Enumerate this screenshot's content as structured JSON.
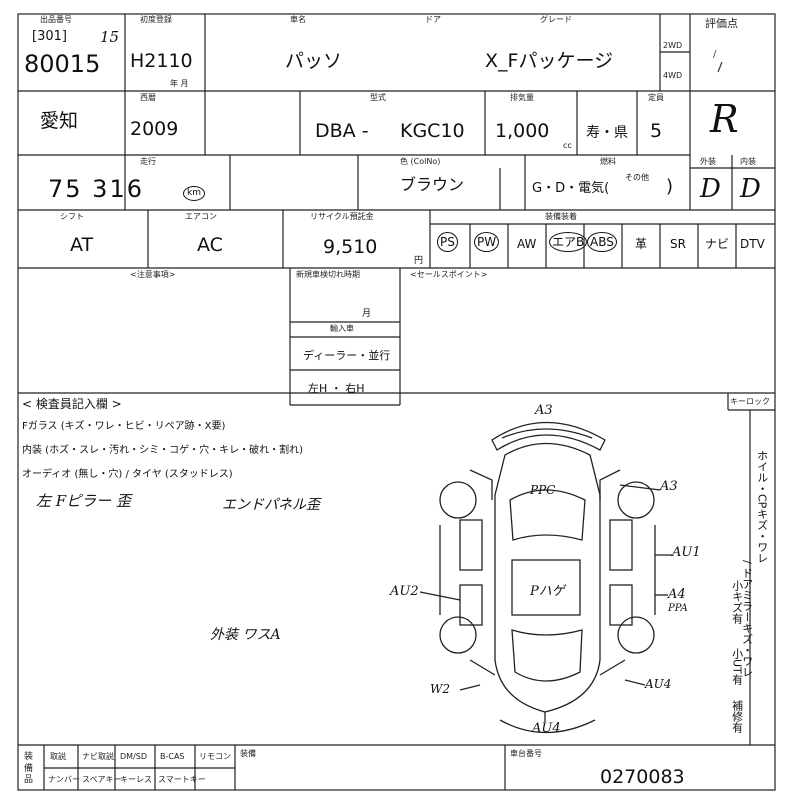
{
  "header_labels": {
    "entry_no": "出品番号",
    "first_reg": "初度登録",
    "car_name": "車名",
    "door": "ドア",
    "grade": "グレード",
    "drive_2wd": "2WD",
    "drive_4wd": "4WD",
    "score": "評価点",
    "year_jp": "西暦",
    "year_month": "年 月",
    "approval": "型式",
    "displacement": "排気量",
    "capacity": "定員",
    "mileage": "走行",
    "color": "色 (ColNo)",
    "fuel": "燃料",
    "ext": "外装",
    "int": "内装",
    "shift": "シフト",
    "aircon": "エアコン",
    "recycle": "リサイクル預託金",
    "equipment": "装備装着",
    "cautions": "<注意事項>",
    "history": "新規車検切れ時期",
    "sales_point": "<セールスポイント>",
    "import": "輸入車",
    "bottom_equip": "装備",
    "chassis_no": "車台番号"
  },
  "lot": {
    "bracket": "[301]",
    "number": "80015",
    "corner_note": "15"
  },
  "first_reg": "H2110",
  "car_name": "パッソ",
  "grade": "X_Fパッケージ",
  "score_mark": "/",
  "prefecture": "愛知",
  "year": "2009",
  "model_prefix": "DBA -",
  "model_code": "KGC10",
  "displacement": "1,000",
  "displacement_unit": "cc",
  "usage": "寿・県",
  "capacity": "5",
  "score_grade": "R",
  "mileage": "75 316",
  "mileage_unit": "km",
  "color_name": "ブラウン",
  "fuel_options": "G・D・電気(",
  "fuel_other": "その他",
  "fuel_close": ")",
  "exterior_grade": "D",
  "interior_grade": "D",
  "shift": "AT",
  "aircon": "AC",
  "recycle_fee": "9,510",
  "recycle_unit": "円",
  "equipment": [
    "PS",
    "PW",
    "AW",
    "エアB",
    "ABS",
    "革",
    "SR",
    "ナビ",
    "DTV"
  ],
  "equipment_circled": [
    "PS",
    "PW",
    "エアB",
    "ABS"
  ],
  "history_month": "月",
  "import_label": "輸入車",
  "import_value": "ディーラー・並行",
  "steering": "左H ・ 右H",
  "inspector_section": "< 検査員記入欄 >",
  "inspector_lines": [
    "Fガラス (キズ・ワレ・ヒビ・リペア跡・X要)",
    "内装 (ホズ・スレ・汚れ・シミ・コゲ・穴・キレ・破れ・割れ)",
    "オーディオ (無し・穴) / タイヤ (スタッドレス)"
  ],
  "notes": [
    "左 Fピラー 歪",
    "エンドパネル歪",
    "外装 ワスA"
  ],
  "key_lock": "キーロック",
  "side_note": [
    "ホイル・CPキズ・ワレ",
    "/ ドアミラーキズ・ワレ",
    "小キズ有",
    "小UT有",
    "補修有"
  ],
  "diagram_marks": [
    "A3",
    "A3",
    "PPC",
    "AU1",
    "A4",
    "PPA",
    "AU2",
    "Pハゲ",
    "W2",
    "AU4",
    "AU4"
  ],
  "bottom_items": [
    "取説",
    "ナビ取説",
    "DM/SD",
    "B-CAS",
    "リモコン",
    "ナンバー",
    "スペアキー",
    "キーレス",
    "スマートキー"
  ],
  "bottom_side": "装備品",
  "chassis_value": "0270083"
}
